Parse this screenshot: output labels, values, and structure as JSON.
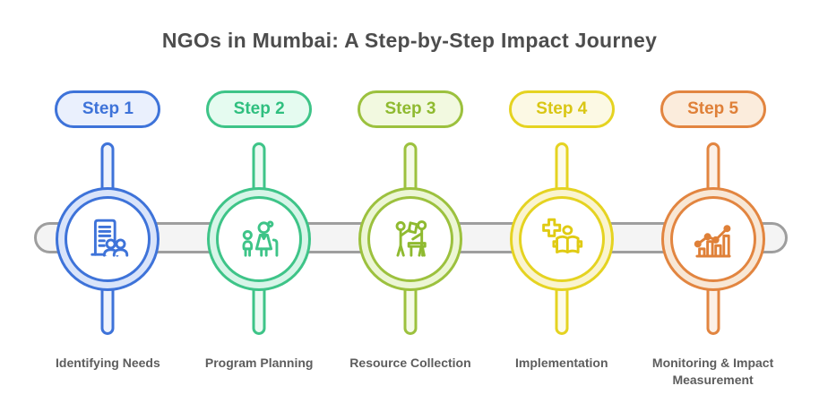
{
  "title": "NGOs in Mumbai: A Step-by-Step Impact Journey",
  "timeline": {
    "bar_fill": "#f4f4f4",
    "bar_border": "#9e9e9e"
  },
  "steps": [
    {
      "badge": "Step 1",
      "label": "Identifying Needs",
      "icon": "report-people-icon",
      "color": "#3e73d9",
      "pill_fill": "#eaf0fd",
      "ring_fill": "#d9e4fa"
    },
    {
      "badge": "Step 2",
      "label": "Program Planning",
      "icon": "adult-child-icon",
      "color": "#3ec488",
      "pill_fill": "#e5fbf0",
      "ring_fill": "#d7f5e8"
    },
    {
      "badge": "Step 3",
      "label": "Resource Collection",
      "icon": "handover-donation-icon",
      "color": "#9cc13e",
      "pill_fill": "#f2f9e0",
      "ring_fill": "#ecf6d5"
    },
    {
      "badge": "Step 4",
      "label": "Implementation",
      "icon": "aid-education-icon",
      "color": "#e5d321",
      "pill_fill": "#fcf9e4",
      "ring_fill": "#faf4cf"
    },
    {
      "badge": "Step 5",
      "label": "Monitoring & Impact Measurement",
      "icon": "growth-chart-icon",
      "color": "#e28540",
      "pill_fill": "#fbecdc",
      "ring_fill": "#f8e7d5"
    }
  ]
}
